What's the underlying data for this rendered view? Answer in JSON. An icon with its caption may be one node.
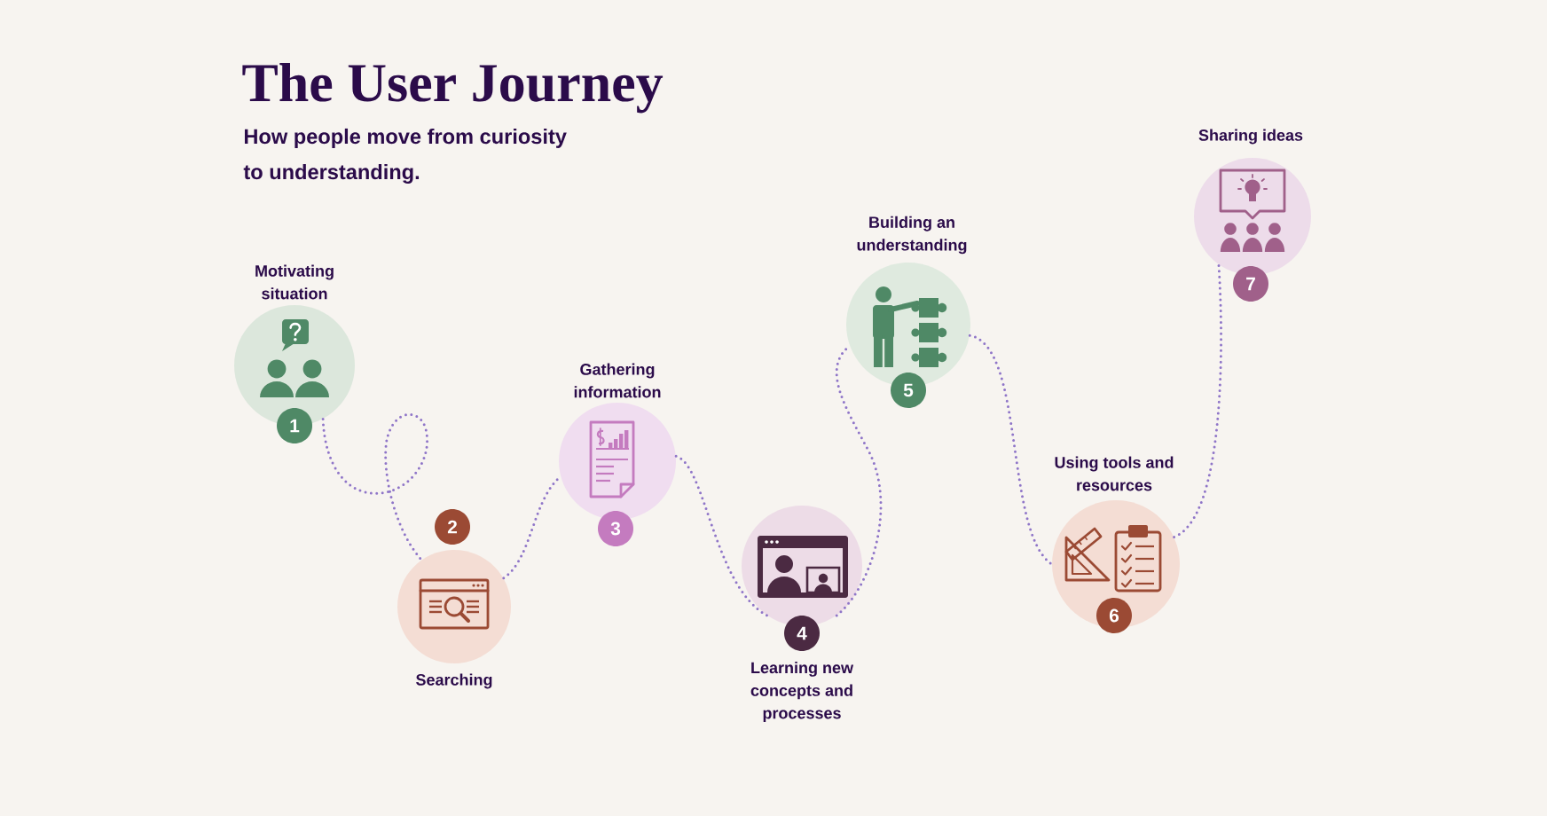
{
  "diagram": {
    "title": "The User Journey",
    "nodes": [
      {
        "text": [
          "Motivating situation",
          "1"
        ]
      },
      {
        "text": [
          "2",
          "Searching"
        ]
      },
      {
        "text": [
          "Gathering information",
          "3"
        ]
      },
      {
        "text": [
          "4",
          "Learning new concepts and processes"
        ]
      },
      {
        "text": [
          "Building an understanding",
          "5"
        ]
      },
      {
        "text": [
          "Using tools and resources",
          "6"
        ]
      },
      {
        "text": [
          "Sharing ideas",
          "7"
        ]
      }
    ],
    "edges": [
      {
        "from": 0,
        "to": 1,
        "arrow": "none"
      },
      {
        "from": 1,
        "to": 2,
        "arrow": "none"
      },
      {
        "from": 2,
        "to": 3,
        "arrow": "none"
      },
      {
        "from": 3,
        "to": 4,
        "arrow": "none"
      },
      {
        "from": 4,
        "to": 5,
        "arrow": "none"
      },
      {
        "from": 5,
        "to": 6,
        "arrow": "none"
      }
    ],
    "labels": [
      "How people move from curiosity to understanding."
    ]
  }
}
